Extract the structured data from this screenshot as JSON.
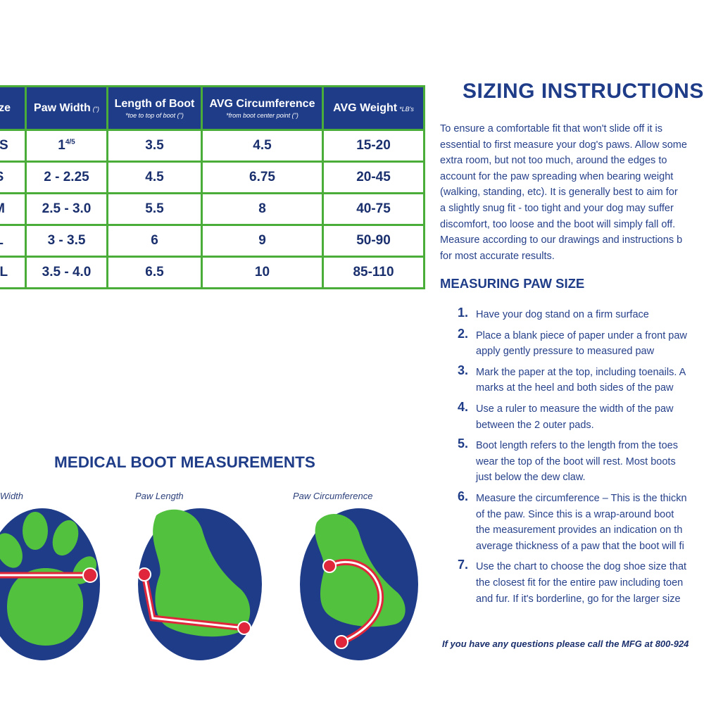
{
  "table": {
    "headers": [
      {
        "label": "Size",
        "unit": "",
        "sub": ""
      },
      {
        "label": "Paw Width",
        "unit": "(\")",
        "sub": ""
      },
      {
        "label": "Length of Boot",
        "unit": "",
        "sub": "*toe to top of boot (\")"
      },
      {
        "label": "AVG Circumference",
        "unit": "",
        "sub": "*from boot center point (\")"
      },
      {
        "label": "AVG Weight",
        "unit": "*LB's",
        "sub": ""
      }
    ],
    "rows": [
      {
        "size": "XS",
        "paw_width": "1",
        "paw_width_frac": "4/5",
        "length": "3.5",
        "circumference": "4.5",
        "weight": "15-20"
      },
      {
        "size": "S",
        "paw_width": "2 - 2.25",
        "paw_width_frac": "",
        "length": "4.5",
        "circumference": "6.75",
        "weight": "20-45"
      },
      {
        "size": "M",
        "paw_width": "2.5 - 3.0",
        "paw_width_frac": "",
        "length": "5.5",
        "circumference": "8",
        "weight": "40-75"
      },
      {
        "size": "L",
        "paw_width": "3 - 3.5",
        "paw_width_frac": "",
        "length": "6",
        "circumference": "9",
        "weight": "50-90"
      },
      {
        "size": "XL",
        "paw_width": "3.5 - 4.0",
        "paw_width_frac": "",
        "length": "6.5",
        "circumference": "10",
        "weight": "85-110"
      }
    ]
  },
  "sizing": {
    "title": "SIZING INSTRUCTIONS",
    "intro_lines": [
      "To ensure a comfortable fit that won't slide off it is",
      "essential to first measure your dog's paws. Allow some",
      "extra room, but not too much, around the edges to",
      "account for the paw spreading when bearing weight",
      "(walking, standing, etc). It is generally best to aim for",
      "a slightly snug fit - too tight and your dog may suffer",
      "discomfort, too loose and the boot will simply fall off.",
      "Measure according to our drawings and instructions b",
      "for most accurate results."
    ]
  },
  "measuring": {
    "heading": "MEASURING PAW SIZE",
    "steps": [
      {
        "num": "1.",
        "lines": [
          "Have your dog stand on a firm surface"
        ]
      },
      {
        "num": "2.",
        "lines": [
          "Place a blank piece of paper under a front paw",
          "apply gently pressure to measured paw"
        ]
      },
      {
        "num": "3.",
        "lines": [
          "Mark the paper at the top, including toenails. A",
          "marks at the heel and both sides of the paw"
        ]
      },
      {
        "num": "4.",
        "lines": [
          "Use a ruler to measure the width of the paw",
          "between the 2 outer pads."
        ]
      },
      {
        "num": "5.",
        "lines": [
          "Boot length refers to the length from the toes",
          "wear the top of the boot will rest.  Most boots",
          "just below the dew claw."
        ]
      },
      {
        "num": "6.",
        "lines": [
          "Measure the circumference – This is the thickn",
          "of the paw.  Since this is a wrap-around boot",
          "the measurement provides an indication on th",
          "average thickness of a paw that the boot will fi"
        ]
      },
      {
        "num": "7.",
        "lines": [
          "Use the chart to choose the dog shoe size that",
          "the closest fit for the entire paw including toen",
          "and fur.  If it's borderline, go for the larger size"
        ]
      }
    ],
    "footer": "If you have any questions please call the MFG at 800-924"
  },
  "medical": {
    "title": "MEDICAL BOOT MEASUREMENTS",
    "labels": [
      "Paw Width",
      "Paw Length",
      "Paw Circumference"
    ]
  },
  "colors": {
    "navy": "#1f3c88",
    "green": "#4aad3a",
    "paw_green": "#52c23e",
    "marker_red": "#e0263a"
  }
}
